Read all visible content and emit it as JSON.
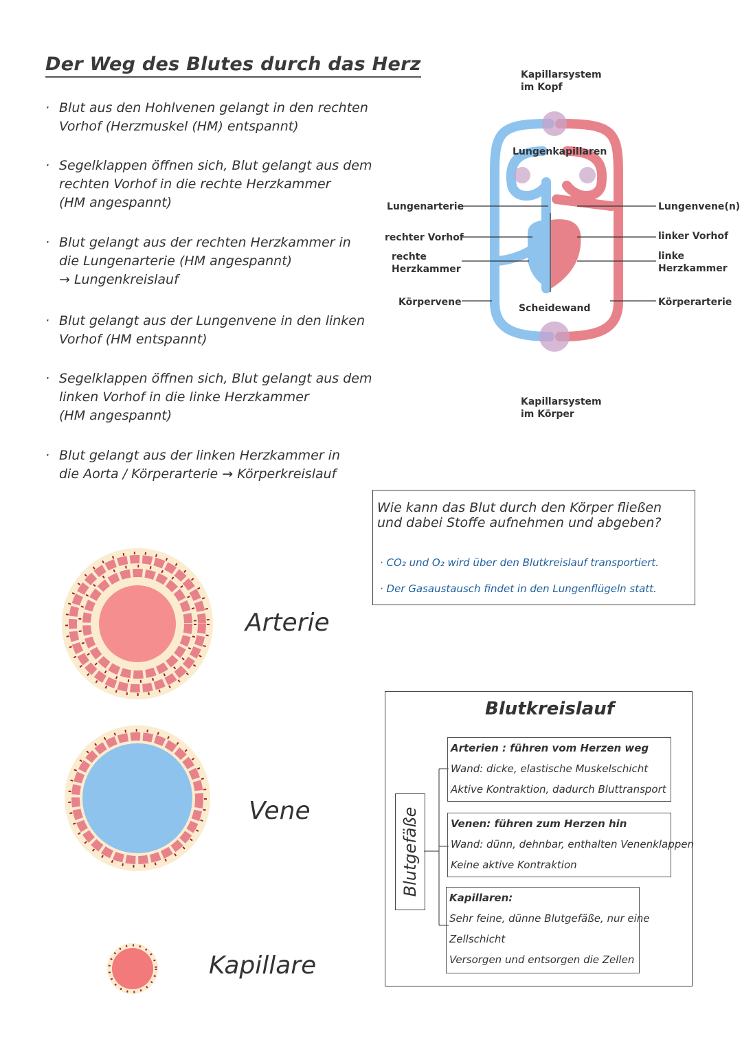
{
  "title": "Der Weg des Blutes durch das Herz",
  "bullets": [
    {
      "lines": [
        "Blut aus den Hohlvenen gelangt in den rechten",
        "Vorhof (Herzmuskel (HM) entspannt)"
      ]
    },
    {
      "lines": [
        "Segelklappen öffnen sich, Blut gelangt aus dem",
        "rechten Vorhof in die rechte Herzkammer",
        "(HM angespannt)"
      ]
    },
    {
      "lines": [
        "Blut gelangt aus der rechten Herzkammer in",
        "die Lungenarterie (HM angespannt)",
        "→ Lungenkreislauf"
      ]
    },
    {
      "lines": [
        "Blut gelangt aus der Lungenvene in den linken",
        "Vorhof (HM entspannt)"
      ]
    },
    {
      "lines": [
        "Segelklappen öffnen sich, Blut gelangt aus dem",
        "linken Vorhof in die linke Herzkammer",
        "(HM angespannt)"
      ]
    },
    {
      "lines": [
        "Blut gelangt aus der linken Herzkammer in",
        "die Aorta / Körperarterie → Körperkreislauf"
      ]
    }
  ],
  "diagram": {
    "kapillar_kopf": [
      "Kapillarsystem",
      "im Kopf"
    ],
    "lungenkapillaren": "Lungenkapillaren",
    "lungenarterie": "Lungenarterie",
    "rechter_vorhof": "rechter Vorhof",
    "rechte_kammer": [
      "rechte",
      "Herzkammer"
    ],
    "koerpervene": "Körpervene",
    "scheidewand": "Scheidewand",
    "lungenvene": "Lungenvene(n)",
    "linker_vorhof": "linker Vorhof",
    "linke_kammer": [
      "linke",
      "Herzkammer"
    ],
    "koerperarterie": "Körperarterie",
    "kapillar_koerper": [
      "Kapillarsystem",
      "im Körper"
    ],
    "colors": {
      "oxygen_rich": "#e8828a",
      "oxygen_poor": "#8ec3ee"
    }
  },
  "question": {
    "lines": [
      "Wie kann das Blut durch den Körper fließen",
      "und dabei Stoffe aufnehmen und abgeben?"
    ],
    "answers": [
      "CO₂ und O₂ wird über den Blutkreislauf transportiert.",
      "Der Gasaustausch findet in den Lungenflügeln statt."
    ]
  },
  "vessels": {
    "arterie": "Arterie",
    "vene": "Vene",
    "kapillare": "Kapillare"
  },
  "kreislauf": {
    "title": "Blutkreislauf",
    "side": "Blutgefäße",
    "arterien": [
      "Arterien : führen vom Herzen weg",
      "Wand: dicke, elastische Muskelschicht",
      "Aktive Kontraktion, dadurch Bluttransport"
    ],
    "venen": [
      "Venen: führen zum Herzen hin",
      "Wand: dünn, dehnbar, enthalten Venenklappen",
      "Keine aktive Kontraktion"
    ],
    "kapillaren": [
      "Kapillaren:",
      "Sehr feine, dünne Blutgefäße, nur eine",
      "Zellschicht",
      "Versorgen und entsorgen die Zellen"
    ]
  }
}
